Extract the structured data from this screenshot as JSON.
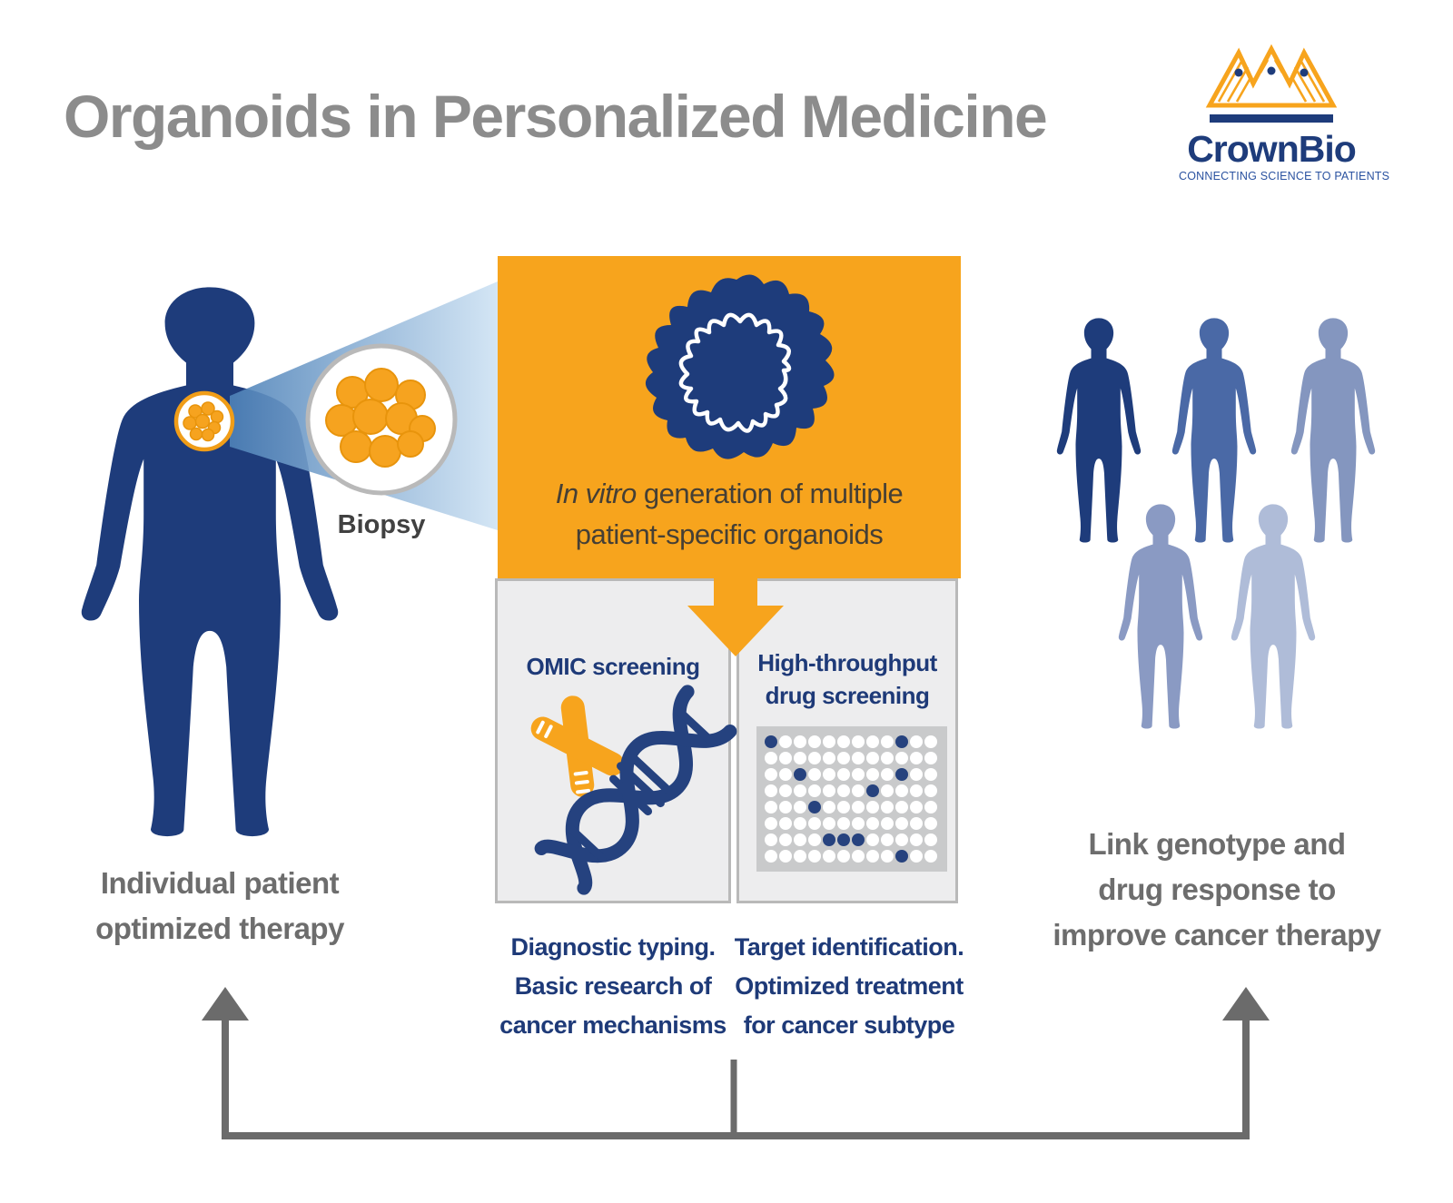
{
  "title": "Organoids in Personalized Medicine",
  "logo": {
    "name": "CrownBio",
    "tagline": "CONNECTING SCIENCE TO PATIENTS"
  },
  "left": {
    "biopsy_label": "Biopsy",
    "outcome": [
      "Individual patient",
      "optimized therapy"
    ]
  },
  "center": {
    "caption_italic": "In vitro",
    "caption_rest": " generation of multiple",
    "caption_line2": "patient-specific organoids"
  },
  "omic": {
    "title": "OMIC screening",
    "caption": [
      "Diagnostic typing.",
      "Basic research of",
      "cancer mechanisms"
    ]
  },
  "hts": {
    "title_line1": "High-throughput",
    "title_line2": "drug screening",
    "caption": [
      "Target identification.",
      "Optimized treatment",
      "for cancer subtype"
    ]
  },
  "right": {
    "outcome": [
      "Link genotype and",
      "drug response to",
      "improve cancer therapy"
    ],
    "figure_colors": [
      "#1e3c7b",
      "#4a69a6",
      "#8496bf",
      "#8a9ac3",
      "#afbcd8"
    ]
  },
  "plate": {
    "rows": 8,
    "cols": 12,
    "blue_wells": [
      [
        0,
        0
      ],
      [
        0,
        9
      ],
      [
        2,
        2
      ],
      [
        2,
        9
      ],
      [
        3,
        7
      ],
      [
        4,
        3
      ],
      [
        6,
        4
      ],
      [
        6,
        5
      ],
      [
        6,
        6
      ],
      [
        7,
        9
      ]
    ]
  },
  "colors": {
    "navy": "#1e3c7b",
    "orange": "#f7a41d",
    "navy_text": "#1e3a78",
    "title_gray": "#8c8c8c",
    "outcome_gray": "#6d6d6d",
    "arrow_gray": "#6b6b6b",
    "panel_bg": "#ededee",
    "panel_border": "#b9b9b9",
    "plate_bg": "#c9cacb",
    "cone_light_blue": "#cfe3f4",
    "well_blue": "#26427e"
  }
}
